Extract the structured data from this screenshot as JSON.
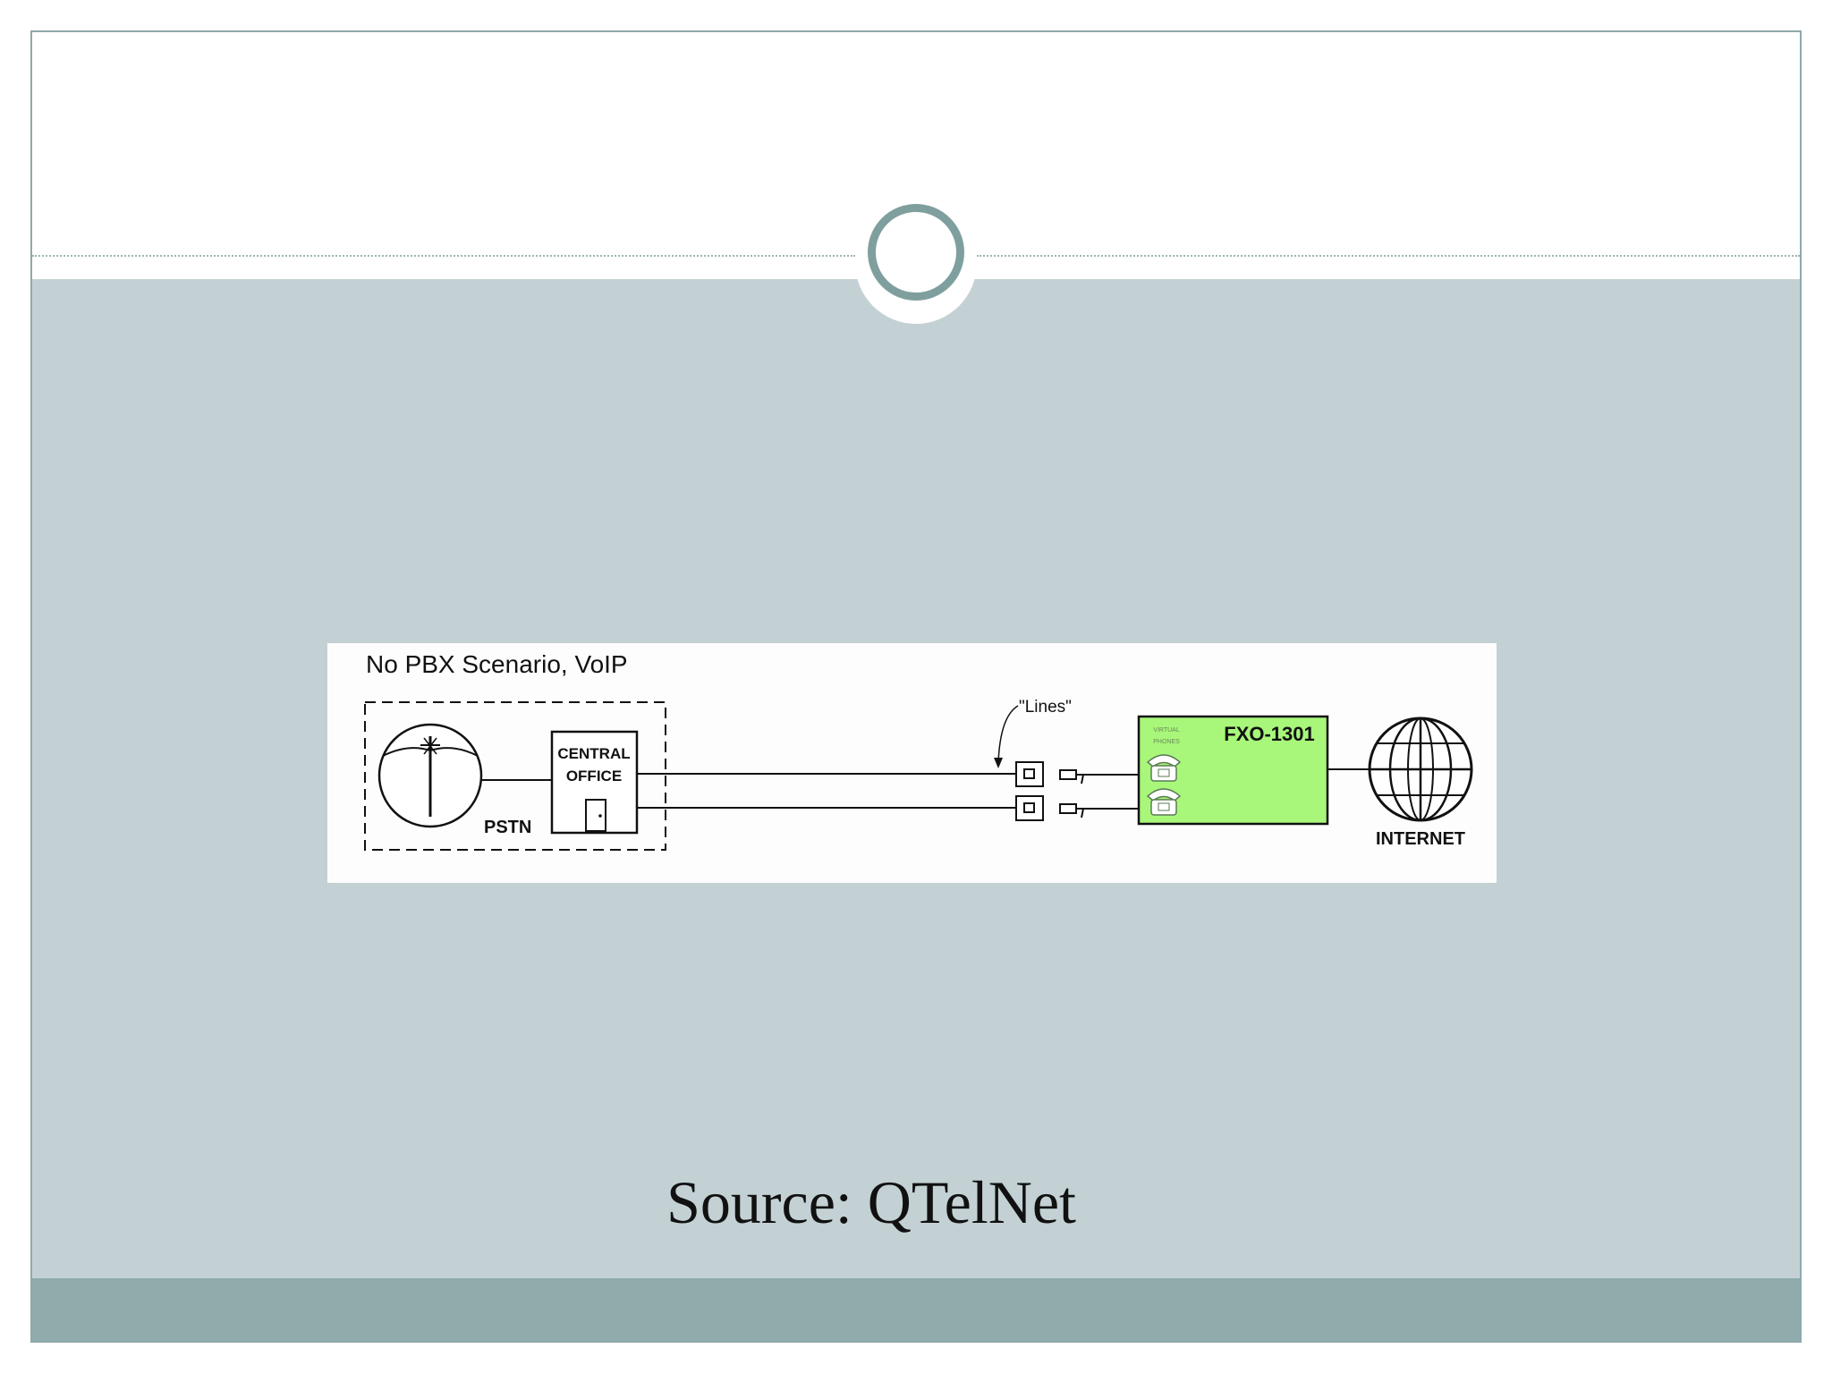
{
  "slide": {
    "caption": "Source: QTelNet"
  },
  "diagram": {
    "title": "No PBX Scenario, VoIP",
    "pstn_label": "PSTN",
    "central_office_line1": "CENTRAL",
    "central_office_line2": "OFFICE",
    "lines_label": "\"Lines\"",
    "device_label": "FXO-1301",
    "device_sublabel_line1": "VIRTUAL",
    "device_sublabel_line2": "PHONES",
    "internet_label": "INTERNET",
    "device_color": "#a8f77a"
  },
  "colors": {
    "content_bg": "#c4d1d4",
    "footer_band": "#8fabac",
    "ring": "#7f9f9e",
    "frame_border": "#8fa9ab"
  }
}
